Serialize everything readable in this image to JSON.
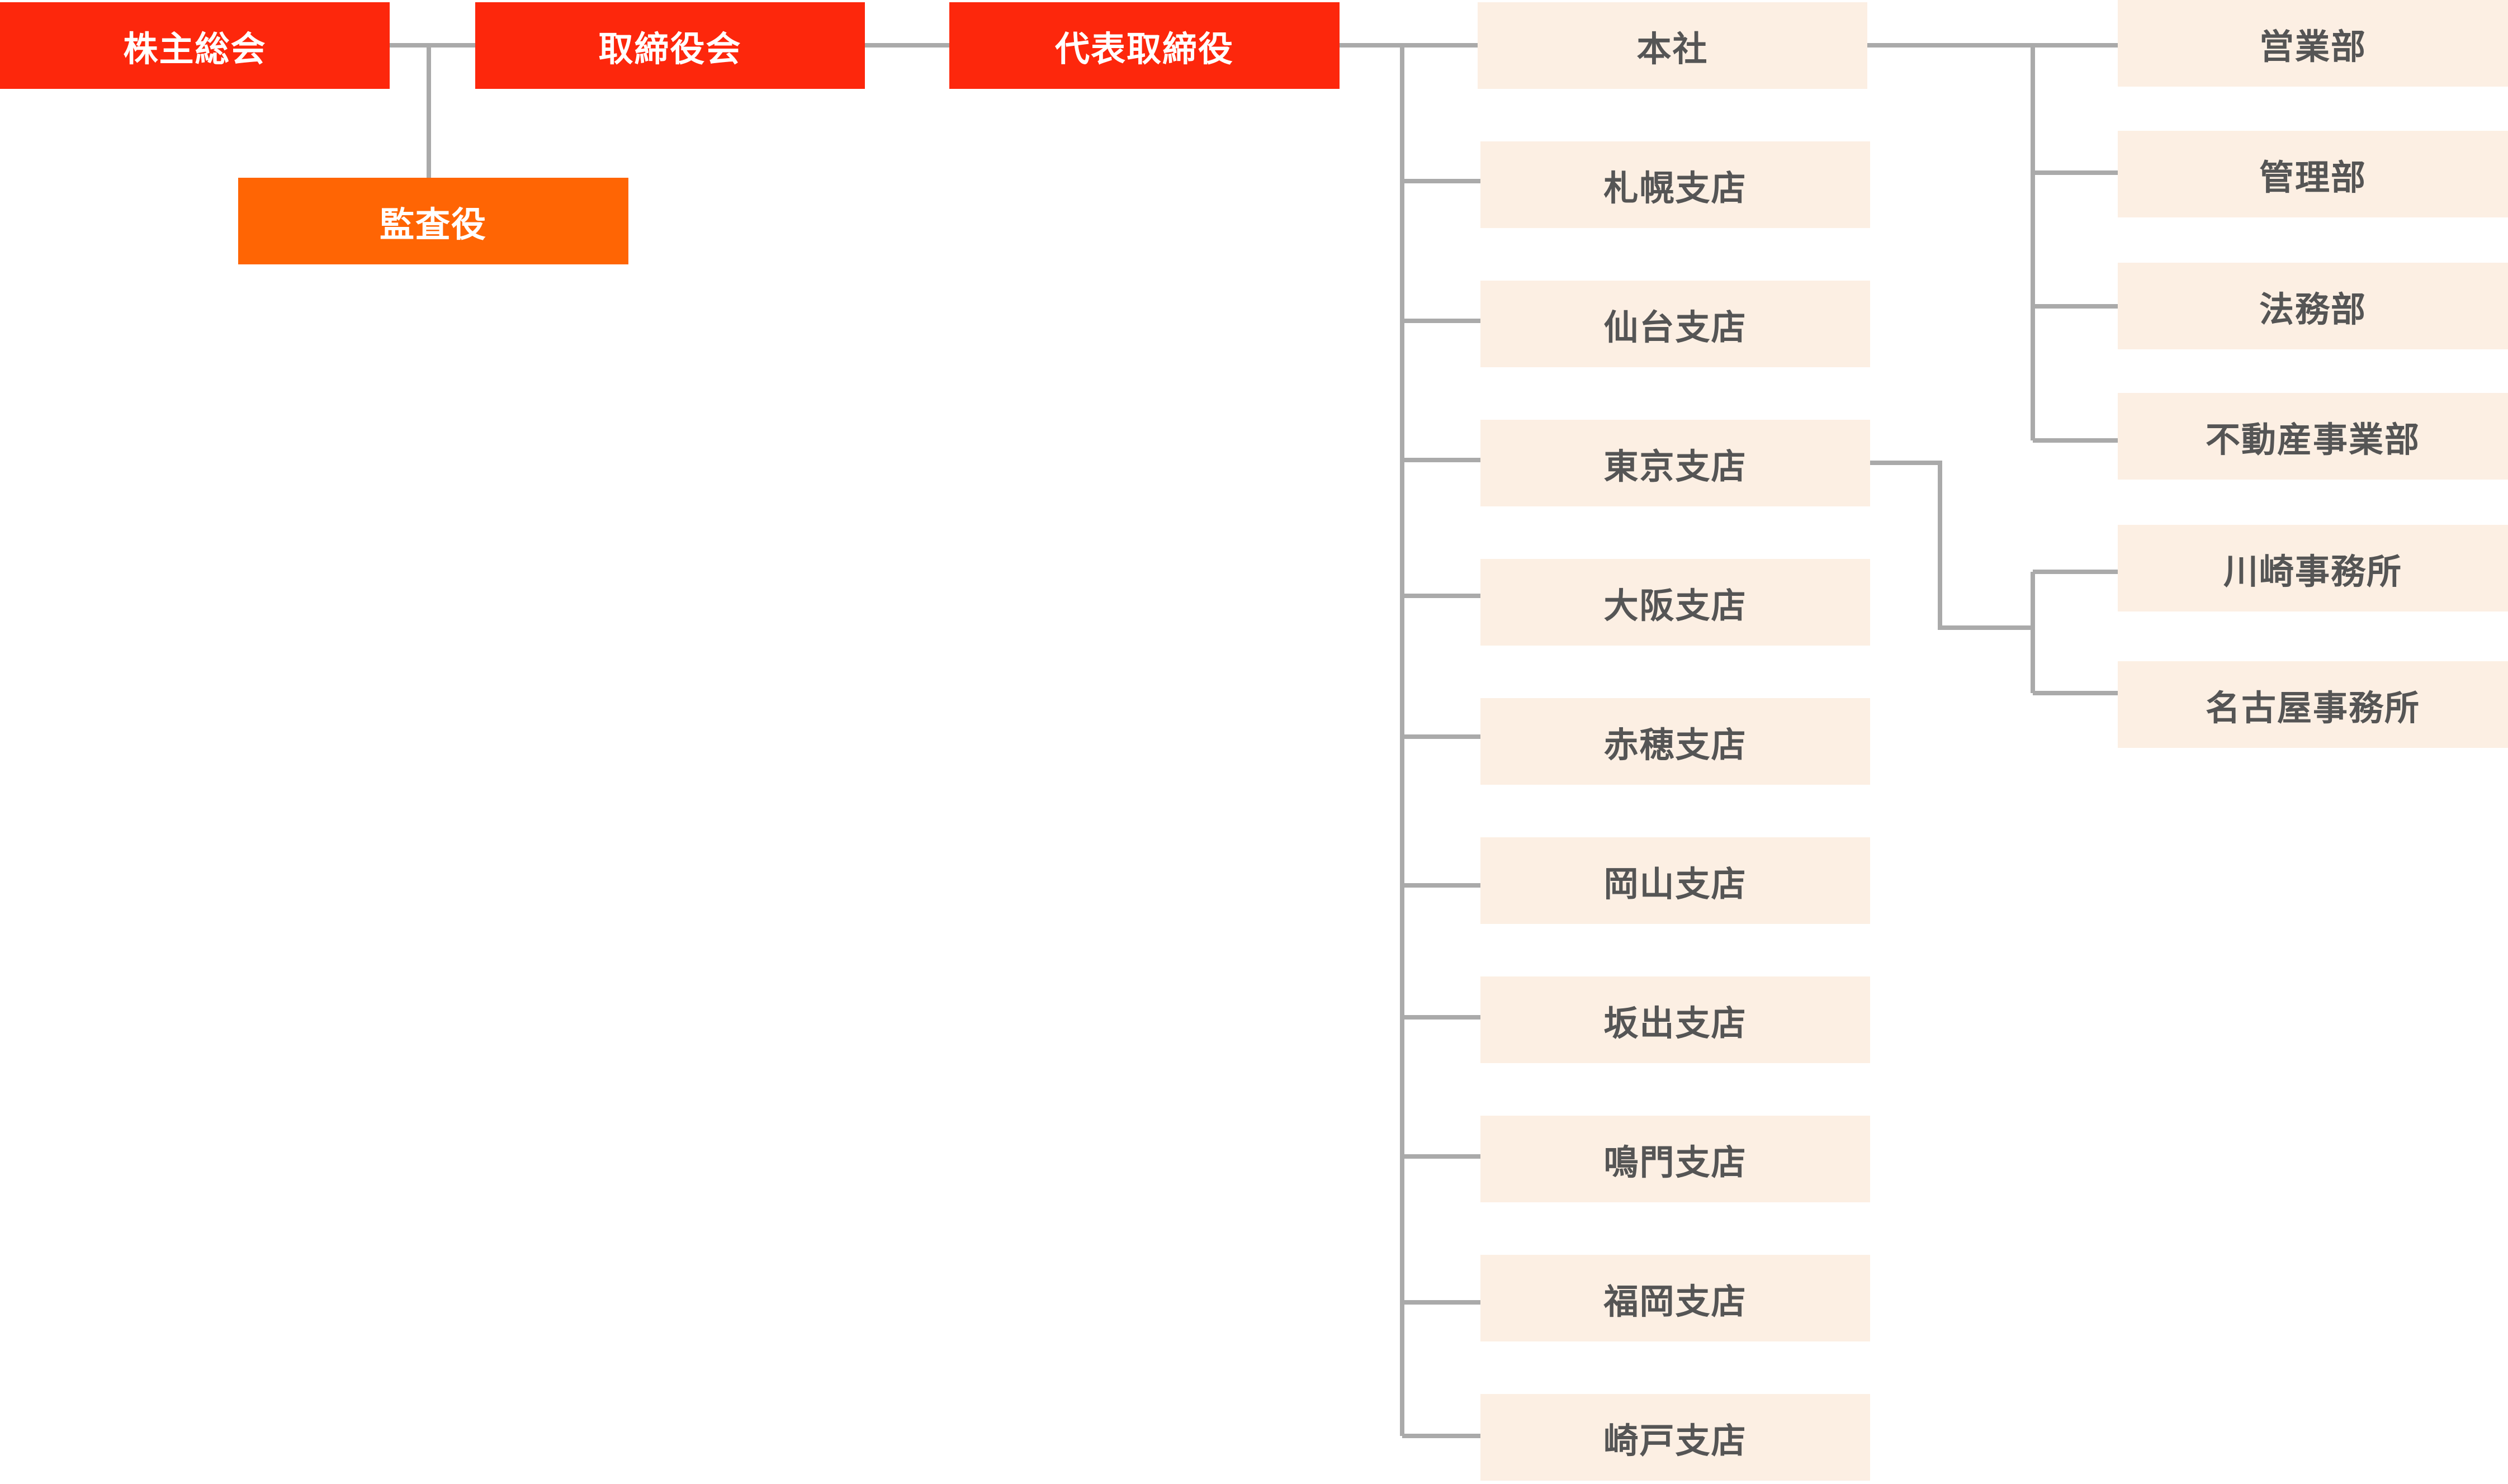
{
  "colors": {
    "executive": "#fd270c",
    "auditor": "#ff6504",
    "unit_fill": "#fcefe3",
    "unit_text": "#555555",
    "connector": "#aaaaaa"
  },
  "executive": {
    "shareholders": "株主総会",
    "board": "取締役会",
    "auditor": "監査役",
    "ceo": "代表取締役"
  },
  "branches": [
    "本社",
    "札幌支店",
    "仙台支店",
    "東京支店",
    "大阪支店",
    "赤穂支店",
    "岡山支店",
    "坂出支店",
    "鳴門支店",
    "福岡支店",
    "崎戸支店"
  ],
  "head_office_departments": [
    "営業部",
    "管理部",
    "法務部",
    "不動産事業部"
  ],
  "tokyo_offices": [
    "川崎事務所",
    "名古屋事務所"
  ]
}
